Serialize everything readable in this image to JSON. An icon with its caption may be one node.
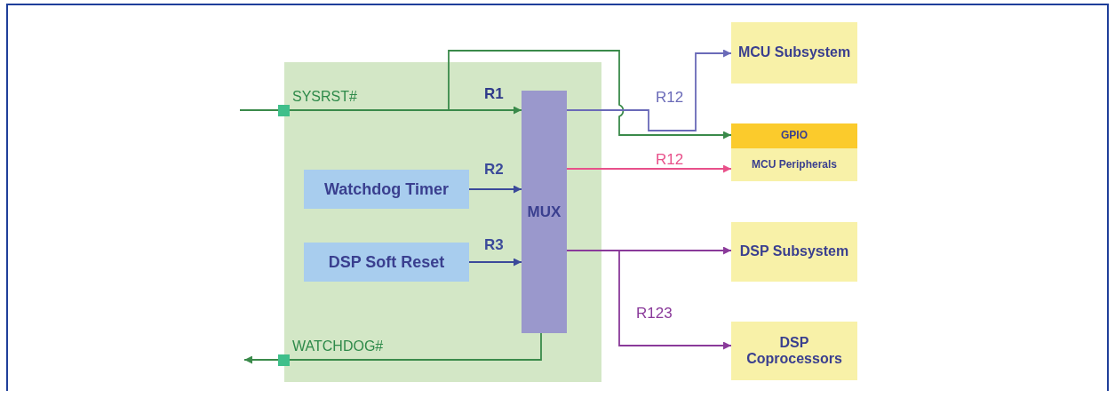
{
  "diagram": {
    "nodes": [
      {
        "text": [],
        "shape": "box"
      },
      {
        "text": [],
        "shape": "box",
        "in": 0,
        "beside": [
          "SYSRST#"
        ]
      },
      {
        "text": [
          "Watchdog Timer"
        ],
        "in": 0
      },
      {
        "text": [
          "DSP Soft Reset"
        ],
        "in": 0
      },
      {
        "text": [
          "MUX"
        ],
        "in": 0
      },
      {
        "text": [],
        "shape": "box",
        "in": 0,
        "beside": [
          "WATCHDOG#"
        ]
      },
      {
        "text": [
          "MCU Subsystem"
        ]
      },
      {
        "text": [
          "MCU Peripherals"
        ]
      },
      {
        "text": [
          "GPIO"
        ],
        "in": 7
      },
      {
        "text": [
          "DSP Subsystem"
        ]
      },
      {
        "text": [
          "DSP Coprocessors"
        ]
      }
    ],
    "edges": [
      {
        "from": null,
        "to": 1,
        "arrow": "none"
      },
      {
        "from": 1,
        "to": 4,
        "arrow": "to",
        "label": "R1"
      },
      {
        "from": 1,
        "to": 8,
        "arrow": "to"
      },
      {
        "from": 2,
        "to": 4,
        "arrow": "to",
        "label": "R2",
        "color": "#3b4a9a"
      },
      {
        "from": 3,
        "to": 4,
        "arrow": "to",
        "label": "R3",
        "color": "#3b4a9a"
      },
      {
        "from": 4,
        "to": 6,
        "arrow": "to",
        "label": "R12",
        "color": "#6a6ab8"
      },
      {
        "from": 4,
        "to": 7,
        "arrow": "to",
        "label": "R12",
        "color": "#e8508a"
      },
      {
        "from": 4,
        "to": 9,
        "arrow": "to",
        "color": "#8a3a9a"
      },
      {
        "from": 4,
        "to": 10,
        "arrow": "to",
        "label": "R123",
        "color": "#8a3a9a"
      },
      {
        "from": 4,
        "to": 5,
        "arrow": "none"
      },
      {
        "from": 5,
        "to": null,
        "arrow": "to"
      }
    ]
  }
}
